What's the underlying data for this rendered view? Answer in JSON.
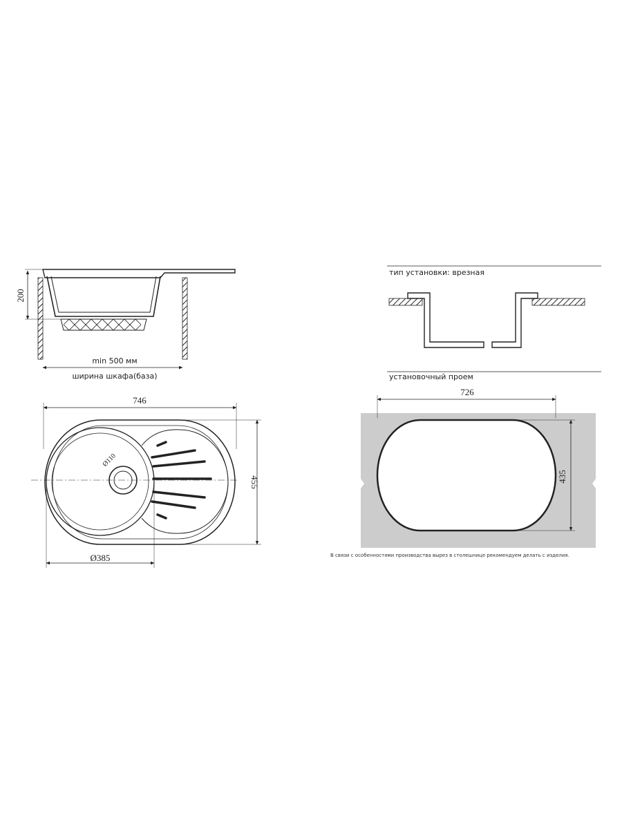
{
  "side_view": {
    "depth_label": "200",
    "min_width_label": "min 500 мм",
    "cabinet_label": "ширина шкафа(база)"
  },
  "top_view": {
    "width_label": "746",
    "height_label": "455",
    "bowl_diameter_label": "Ø385",
    "drain_label": "Ø110"
  },
  "installation": {
    "type_label": "тип установки: врезная",
    "cutout_title": "установочный проем",
    "cutout_width_label": "726",
    "cutout_height_label": "435",
    "footnote": "В связи с особенностями производства вырез в столешнице рекомендуем делать с изделия."
  },
  "colors": {
    "line": "#222222",
    "cutout_fill": "#cccccc",
    "hole_fill": "#ffffff"
  }
}
